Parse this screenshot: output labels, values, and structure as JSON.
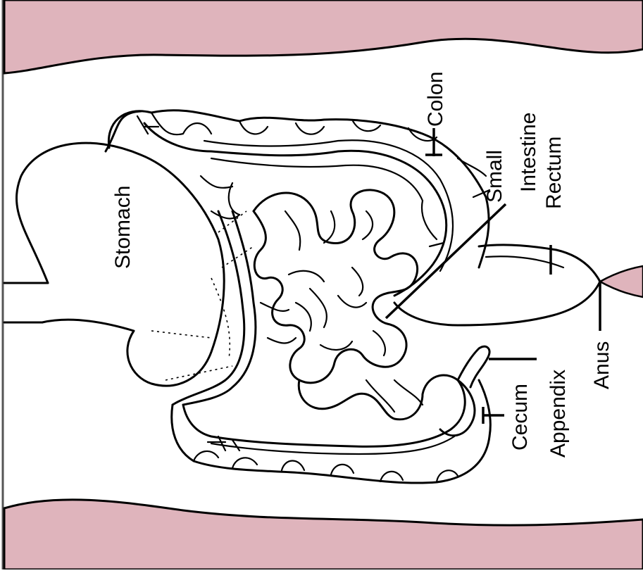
{
  "diagram": {
    "labels": {
      "stomach": "Stomach",
      "colon": "Colon",
      "small_intestine_line1": "Small",
      "small_intestine_line2": "Intestine",
      "rectum": "Rectum",
      "anus": "Anus",
      "appendix": "Appendix",
      "cecum": "Cecum"
    },
    "colors": {
      "body_tissue": "#dfb4bc",
      "outline": "#000000",
      "background": "#ffffff"
    }
  }
}
